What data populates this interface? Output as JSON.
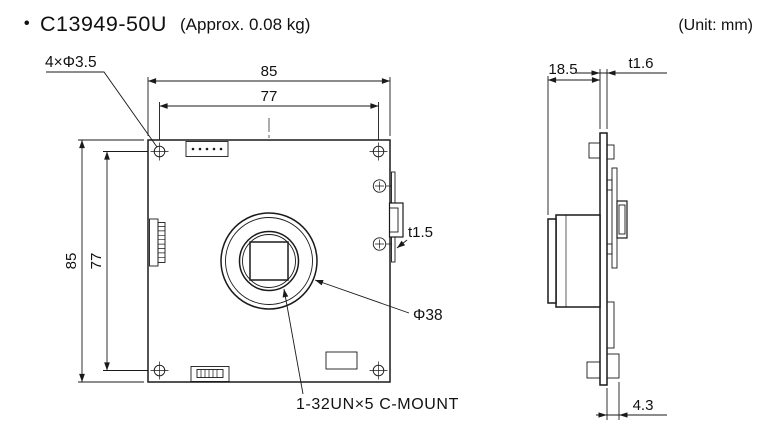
{
  "header": {
    "bullet": "・",
    "model": "C13949-50U",
    "weight": "(Approx. 0.08 kg)",
    "unit": "(Unit: mm)"
  },
  "front_view": {
    "hole_callout": "4×Φ3.5",
    "dim_width_outer": "85",
    "dim_width_holes": "77",
    "dim_height_outer": "85",
    "dim_height_holes": "77",
    "bracket_thickness": "t1.5",
    "lens_diameter": "Φ38",
    "mount_callout": "1-32UN×5 C-MOUNT"
  },
  "side_view": {
    "dim_depth": "18.5",
    "plate_thickness": "t1.6",
    "dim_rear_offset": "4.3"
  }
}
